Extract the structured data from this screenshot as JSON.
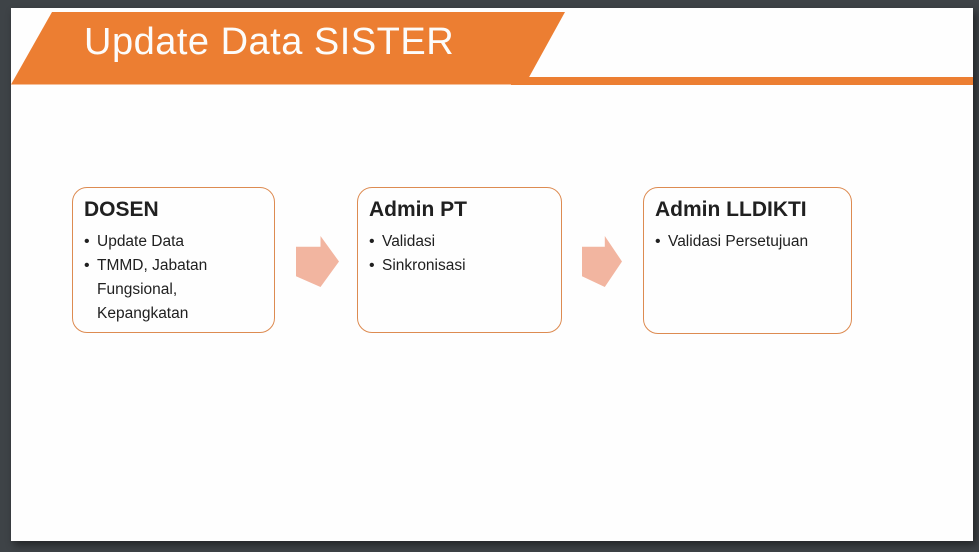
{
  "colors": {
    "backdrop": "#3E4347",
    "slide_bg": "#FEFEFE",
    "banner_orange": "#EC7E32",
    "arrow_fill": "#F2B5A0",
    "box_border": "#DD8B51",
    "title_text": "#FCFCFB",
    "body_text": "#202020"
  },
  "slide": {
    "title": "Update Data SISTER",
    "steps": [
      {
        "title": "DOSEN",
        "bullets": [
          "Update Data",
          "TMMD, Jabatan Fungsional, Kepangkatan"
        ]
      },
      {
        "title": "Admin PT",
        "bullets": [
          "Validasi",
          "Sinkronisasi"
        ]
      },
      {
        "title": "Admin LLDIKTI",
        "bullets": [
          "Validasi Persetujuan"
        ]
      }
    ]
  }
}
